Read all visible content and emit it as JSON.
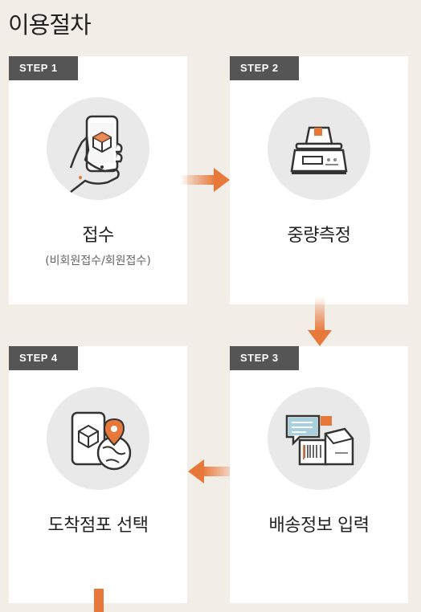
{
  "page": {
    "title": "이용절차"
  },
  "steps": [
    {
      "badge": "STEP 1",
      "label": "접수",
      "sub": "(비회원접수/회원접수)",
      "icon": "phone-box-icon"
    },
    {
      "badge": "STEP 2",
      "label": "중량측정",
      "icon": "scale-icon"
    },
    {
      "badge": "STEP 3",
      "label": "배송정보 입력",
      "icon": "shipping-info-icon"
    },
    {
      "badge": "STEP 4",
      "label": "도착점포 선택",
      "icon": "location-icon"
    }
  ],
  "colors": {
    "accent": "#e8783a",
    "badge": "#555555",
    "background": "#f3ede8"
  }
}
